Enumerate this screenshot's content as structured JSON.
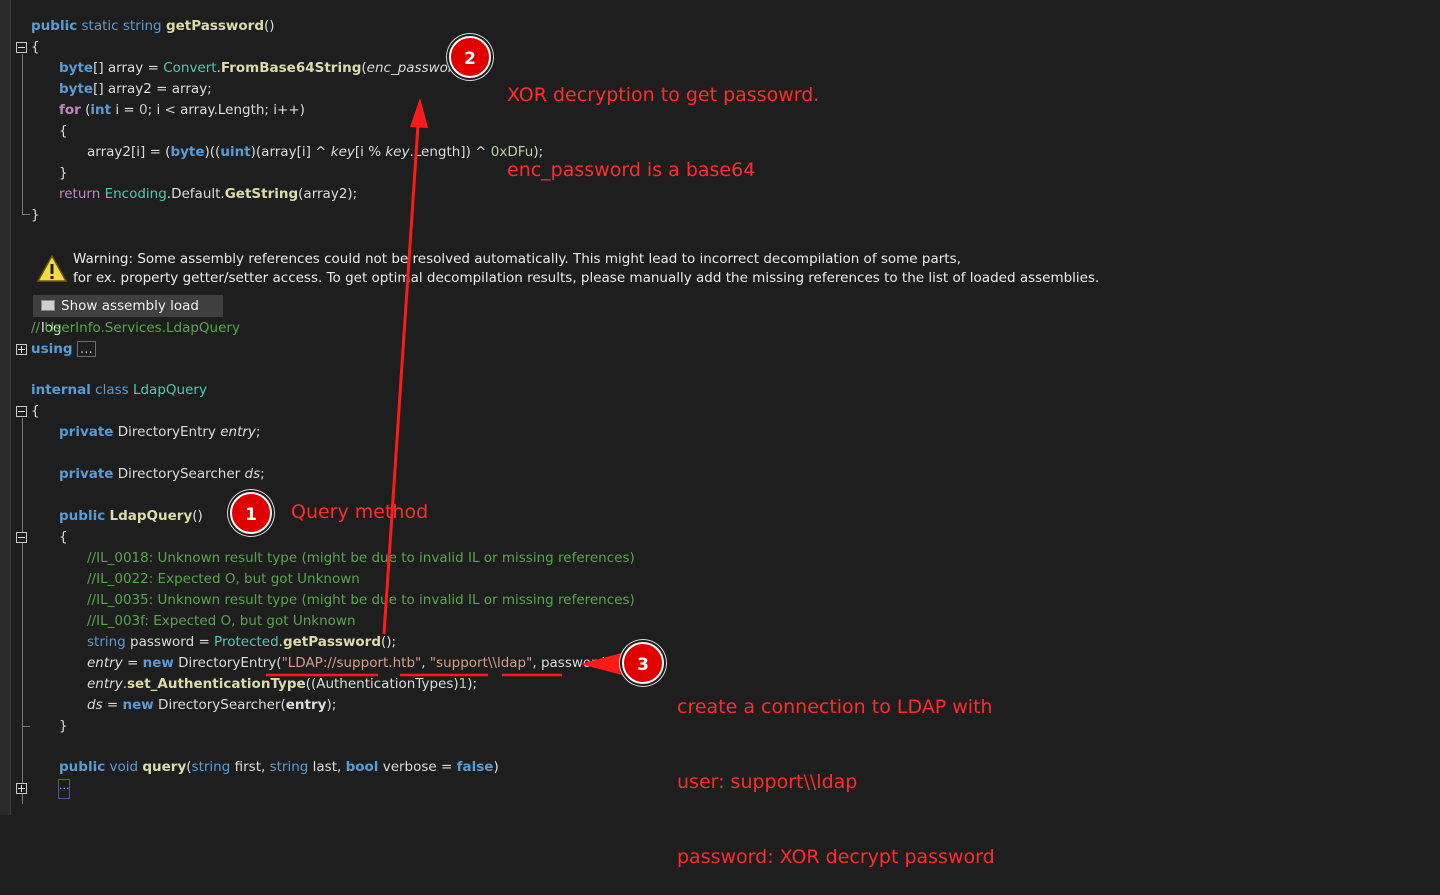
{
  "code": {
    "get_password": {
      "mod_public": "public",
      "mod_static": "static",
      "ret_type": "string",
      "name": "getPassword",
      "parens": "()",
      "open_brace": "{",
      "line1": {
        "t_byte": "byte",
        "t1": "[] array = ",
        "convert": "Convert",
        "dot": ".",
        "fn": "FromBase64String",
        "p_open": "(",
        "arg": "enc_password",
        "end": ");"
      },
      "line2": {
        "t_byte": "byte",
        "rest": "[] array2 = array;"
      },
      "line3": {
        "kw_for": "for",
        "p1": " (",
        "t_int": "int",
        "p2": " i = ",
        "zero": "0",
        "p3": "; i < array.Length; i++)"
      },
      "inner_open": "{",
      "line4": {
        "a": "array2[i] = (",
        "t_byte": "byte",
        "b": ")((",
        "t_uint": "uint",
        "c": ")(array[i] ^ ",
        "key1": "key",
        "d": "[i % ",
        "key2": "key",
        "e": ".Length]) ^ ",
        "hex": "0xDFu",
        "f": ");"
      },
      "inner_close": "}",
      "line5": {
        "kw_return": "return",
        "encoding": "Encoding",
        "rest": ".Default.",
        "fn": "GetString",
        "end": "(array2);"
      },
      "close_brace": "}"
    },
    "warning": {
      "line1": "Warning: Some assembly references could not be resolved automatically. This might lead to incorrect decompilation of some parts,",
      "line2": "for ex. property getter/setter access. To get optimal decompilation results, please manually add the missing references to the list of loaded assemblies."
    },
    "show_log_button": "Show assembly load log",
    "comment_ns": "// UserInfo.Services.LdapQuery",
    "using_kw": "using",
    "collapsed_marker": "...",
    "class_decl": {
      "mod_internal": "internal",
      "kw_class": "class",
      "name": "LdapQuery"
    },
    "class_open": "{",
    "field1": {
      "mod": "private",
      "type": "DirectoryEntry",
      "name": "entry",
      "end": ";"
    },
    "field2": {
      "mod": "private",
      "type": "DirectorySearcher",
      "name": "ds",
      "end": ";"
    },
    "ctor": {
      "mod": "public",
      "name": "LdapQuery",
      "parens": "()"
    },
    "ctor_open": "{",
    "comments": [
      "//IL_0018: Unknown result type (might be due to invalid IL or missing references)",
      "//IL_0022: Expected O, but got Unknown",
      "//IL_0035: Unknown result type (might be due to invalid IL or missing references)",
      "//IL_003f: Expected O, but got Unknown"
    ],
    "pw_line": {
      "t_string": "string",
      "a": " password = ",
      "protected": "Protected",
      "dot": ".",
      "fn": "getPassword",
      "end": "();"
    },
    "entry_line": {
      "entry": "entry",
      "a": " = ",
      "kw_new": "new",
      "b": " DirectoryEntry(",
      "s1": "\"LDAP://support.htb\"",
      "c": ", ",
      "s2": "\"support\\\\ldap\"",
      "d": ", ",
      "pw": "password",
      "end": ");"
    },
    "auth_line": {
      "entry": "entry",
      "dot": ".",
      "fn": "set_AuthenticationType",
      "a": "((AuthenticationTypes)",
      "one": "1",
      "end": ");"
    },
    "ds_line": {
      "ds": "ds",
      "a": " = ",
      "kw_new": "new",
      "b": " DirectorySearcher(",
      "entry": "entry",
      "end": ");"
    },
    "ctor_close": "}",
    "query_method": {
      "mod": "public",
      "ret": "void",
      "name": "query",
      "p_open": "(",
      "t1": "string",
      "a1": " first, ",
      "t2": "string",
      "a2": " last, ",
      "t3": "bool",
      "a3": " verbose = ",
      "lit": "false",
      "end": ")"
    }
  },
  "annotations": {
    "one": {
      "number": "1",
      "text": "Query method"
    },
    "two": {
      "number": "2",
      "line1": "XOR decryption to get passowrd.",
      "line2": "enc_password is a base64"
    },
    "three": {
      "number": "3",
      "line1": "create a connection to LDAP with",
      "line2": "user: support\\\\ldap",
      "line3": "password: XOR decrypt password"
    }
  },
  "colors": {
    "background": "#1e1e1e",
    "keyword": "#569cd6",
    "control_keyword": "#c586c0",
    "type": "#4ec9b0",
    "method": "#dcdcaa",
    "string": "#d69d85",
    "comment": "#57a64a",
    "annotation_red": "#ff2b2b"
  }
}
